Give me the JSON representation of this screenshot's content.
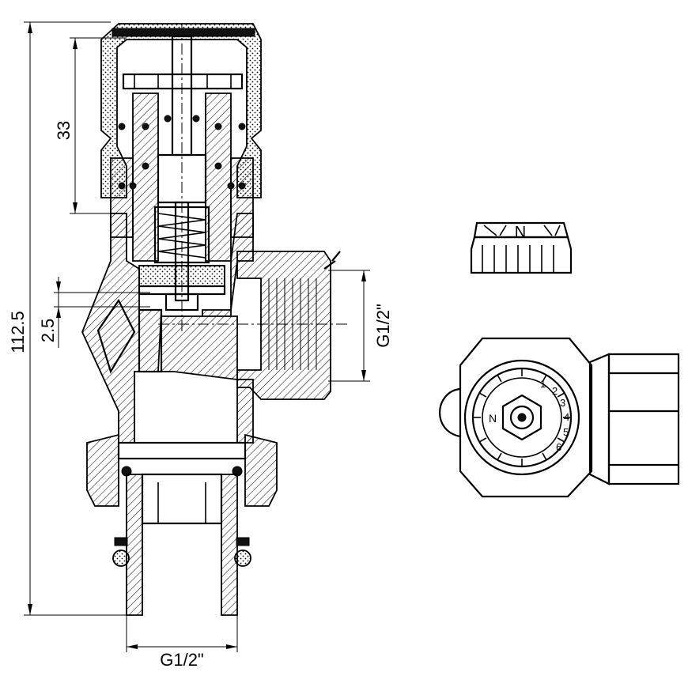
{
  "dimensions": {
    "overall_height": "112.5",
    "head_height": "33",
    "offset": "2.5",
    "side_thread": "G1/2\"",
    "bottom_thread": "G1/2\""
  },
  "cap": {
    "marking": "N"
  },
  "dial": {
    "marks": [
      "N",
      "1",
      "2",
      "3",
      "4",
      "5",
      "6"
    ]
  }
}
